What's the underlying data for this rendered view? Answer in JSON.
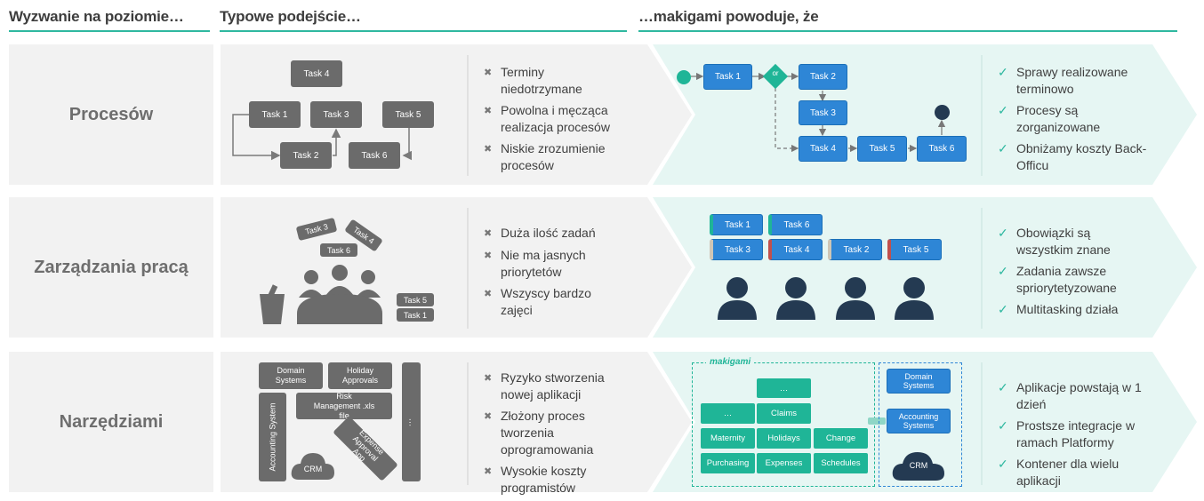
{
  "headers": {
    "col1": "Wyzwanie na poziomie…",
    "col2": "Typowe podejście…",
    "col3": "…makigami powoduje, że"
  },
  "rows": [
    {
      "label": "Procesów",
      "problems": [
        "Terminy niedotrzymane",
        "Powolna i męcząca realizacja procesów",
        "Niskie zrozumienie procesów"
      ],
      "benefits": [
        "Sprawy realizowane terminowo",
        "Procesy są zorganizowane",
        "Obniżamy koszty Back-Officu"
      ]
    },
    {
      "label": "Zarządzania pracą",
      "problems": [
        "Duża ilość zadań",
        "Nie ma jasnych priorytetów",
        "Wszyscy bardzo zajęci"
      ],
      "benefits": [
        "Obowiązki są wszystkim znane",
        "Zadania zawsze spriorytetyzowane",
        "Multitasking działa"
      ]
    },
    {
      "label": "Narzędziami",
      "problems": [
        "Ryzyko stworzenia nowej aplikacji",
        "Złożony proces tworzenia oprogramowania",
        "Wysokie koszty programistów"
      ],
      "benefits": [
        "Aplikacje powstają w 1 dzień",
        "Prostsze integracje w ramach Platformy",
        "Kontener dla wielu aplikacji"
      ]
    }
  ],
  "typical1": {
    "task1": "Task 1",
    "task2": "Task 2",
    "task3": "Task 3",
    "task4": "Task 4",
    "task5": "Task 5",
    "task6": "Task 6"
  },
  "flow1": {
    "task1": "Task 1",
    "or": "or",
    "task2": "Task 2",
    "task3": "Task 3",
    "task4": "Task 4",
    "task5": "Task 5",
    "task6": "Task 6"
  },
  "typical2": {
    "task3": "Task 3",
    "task4": "Task 4",
    "task6": "Task 6",
    "task5": "Task 5",
    "task1": "Task 1"
  },
  "board2": {
    "row1": [
      "Task 1",
      "Task 6"
    ],
    "row2": [
      "Task 3",
      "Task 4",
      "Task 2",
      "Task 5"
    ]
  },
  "typical3": {
    "domain": "Domain Systems",
    "holiday": "Holiday Approvals",
    "accounting": "Accounting System",
    "risk": "Risk Management .xls file",
    "expense": "Expense Approval App",
    "crm": "CRM",
    "dots": "…"
  },
  "platform3": {
    "brand": "makigami",
    "dots1": "…",
    "dots2": "…",
    "claims": "Claims",
    "maternity": "Maternity",
    "holidays": "Holidays",
    "change": "Change",
    "purchasing": "Purchasing",
    "expenses": "Expenses",
    "schedules": "Schedules",
    "domain": "Domain Systems",
    "accounting": "Accounting Systems",
    "crm": "CRM"
  },
  "colors": {
    "accent": "#2fb8a0",
    "blue": "#2e86d6",
    "gray": "#6b6b6b",
    "dark": "#243a52"
  }
}
